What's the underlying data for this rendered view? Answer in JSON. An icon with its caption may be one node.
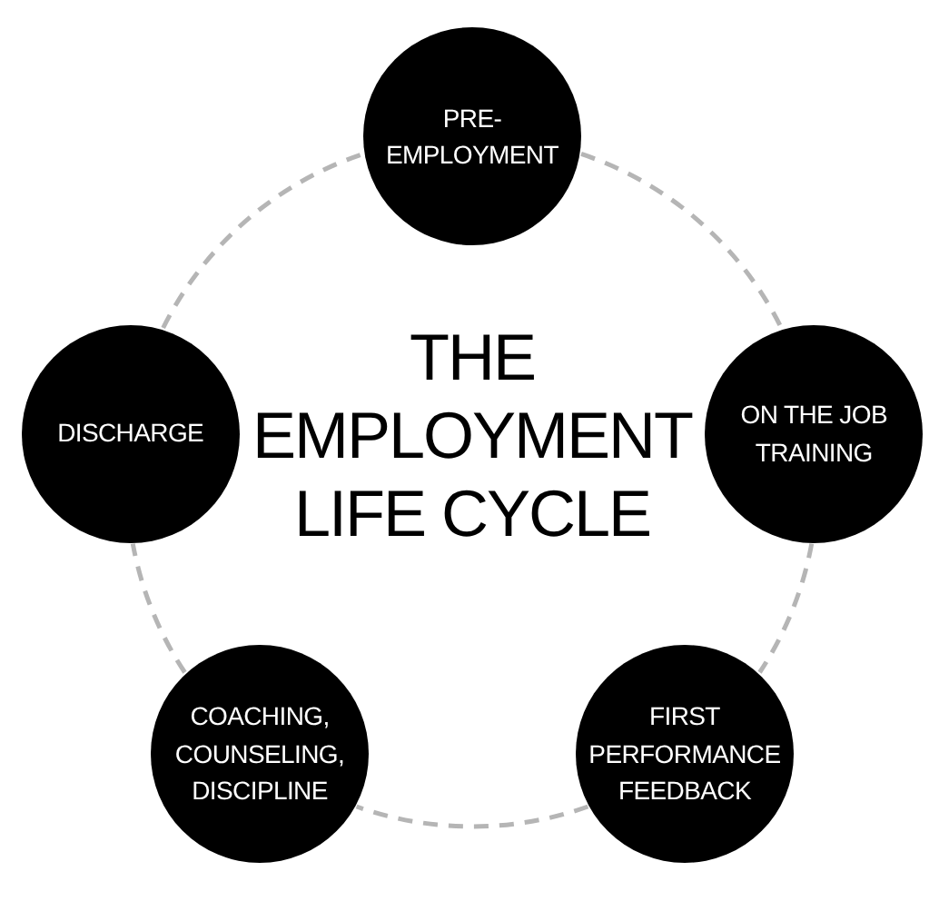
{
  "diagram": {
    "title": "THE EMPLOYMENT LIFE CYCLE",
    "nodes": [
      {
        "text": [
          "PRE-EMPLOYMENT"
        ]
      },
      {
        "text": [
          "ON THE JOB TRAINING"
        ]
      },
      {
        "text": [
          "FIRST PERFORMANCE FEEDBACK"
        ]
      },
      {
        "text": [
          "COACHING, COUNSELING, DISCIPLINE"
        ]
      },
      {
        "text": [
          "DISCHARGE"
        ]
      }
    ],
    "edges": [
      {
        "from": 0,
        "to": 1,
        "arrow": "none",
        "style": "dashed"
      },
      {
        "from": 1,
        "to": 2,
        "arrow": "none",
        "style": "dashed"
      },
      {
        "from": 2,
        "to": 3,
        "arrow": "none",
        "style": "dashed"
      },
      {
        "from": 3,
        "to": 4,
        "arrow": "none",
        "style": "dashed"
      },
      {
        "from": 4,
        "to": 0,
        "arrow": "none",
        "style": "dashed"
      }
    ]
  }
}
